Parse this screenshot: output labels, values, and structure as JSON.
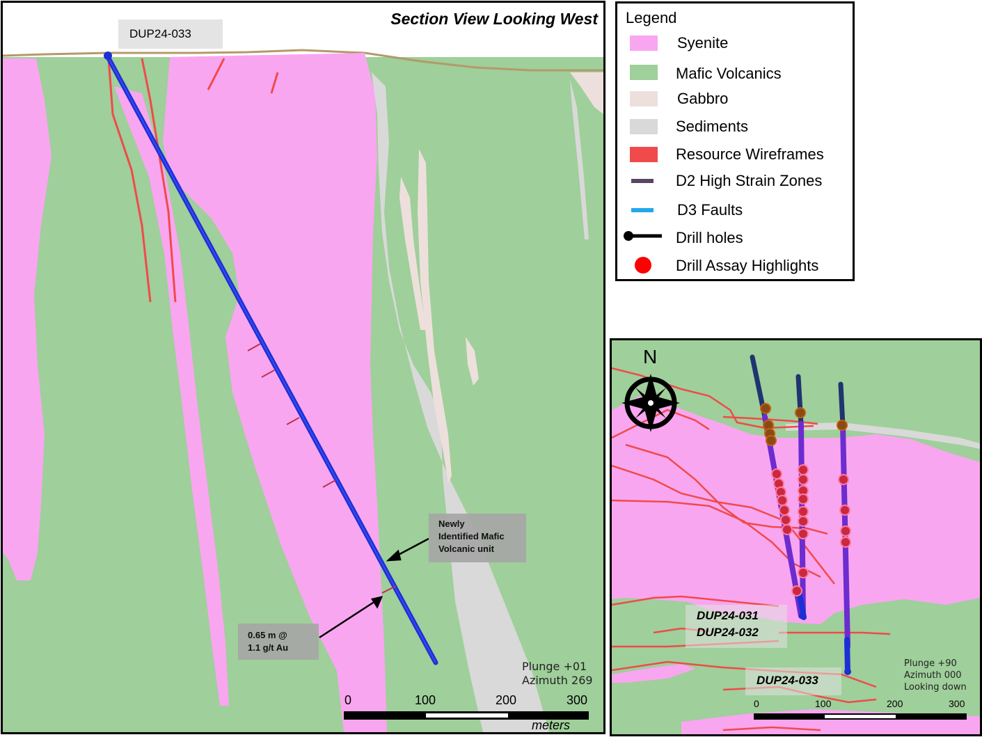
{
  "section": {
    "title": "Section View Looking West",
    "hole_label": "DUP24-033",
    "callout_mafic": [
      "Newly",
      "Identified Mafic",
      "Volcanic unit"
    ],
    "callout_assay": [
      "0.65 m @",
      "1.1 g/t Au"
    ],
    "orientation": [
      "Plunge +01",
      "Azimuth 269"
    ],
    "scale": {
      "ticks": [
        "0",
        "100",
        "200",
        "300"
      ],
      "unit": "meters"
    }
  },
  "legend": {
    "title": "Legend",
    "items": [
      {
        "label": "Syenite",
        "color": "#f9a6f0",
        "kind": "swatch"
      },
      {
        "label": "Mafic Volcanics",
        "color": "#9fcf9a",
        "kind": "swatch"
      },
      {
        "label": "Gabbro",
        "color": "#ede0dc",
        "kind": "swatch"
      },
      {
        "label": "Sediments",
        "color": "#d9d9d9",
        "kind": "swatch"
      },
      {
        "label": "Resource Wireframes",
        "color": "#f04a4a",
        "kind": "swatch"
      },
      {
        "label": "D2 High Strain Zones",
        "color": "#5a4660",
        "kind": "dash"
      },
      {
        "label": "D3 Faults",
        "color": "#22a9ec",
        "kind": "dash"
      },
      {
        "label": "Drill holes",
        "color": "#000000",
        "kind": "drillhole"
      },
      {
        "label": "Drill Assay Highlights",
        "color": "#ff0000",
        "kind": "dot"
      }
    ]
  },
  "plan": {
    "north_label": "N",
    "hole_labels_left": [
      "DUP24-031",
      "DUP24-032"
    ],
    "hole_label_right": "DUP24-033",
    "orientation": [
      "Plunge +90",
      "Azimuth 000",
      "Looking down"
    ],
    "scale": {
      "ticks": [
        "0",
        "100",
        "200",
        "300"
      ]
    }
  },
  "colors": {
    "syenite": "#f9a6f0",
    "mafic": "#9fcf9a",
    "gabbro": "#ede0dc",
    "sediments": "#d9d9d9",
    "wireframe": "#f04a4a",
    "drill": "#1c2fd6",
    "drill_purple": "#6d2ccf"
  }
}
